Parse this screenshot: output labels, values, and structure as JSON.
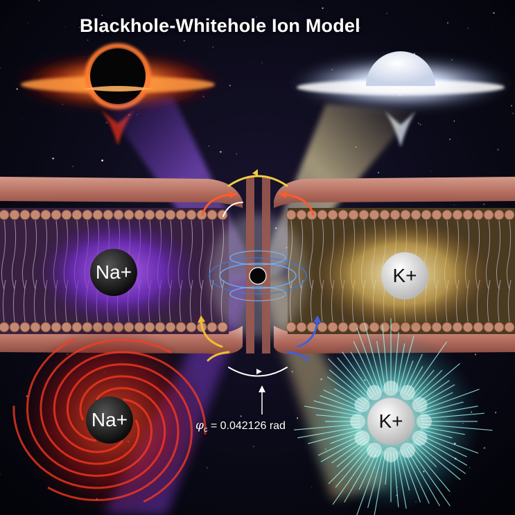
{
  "title": "Blackhole-Whitehole Ion Model",
  "ions": {
    "na_top": "Na+",
    "k_top": "K+",
    "na_bottom": "Na+",
    "k_bottom": "K+"
  },
  "annotation": {
    "symbol": "φ",
    "subscript": "c",
    "value_text": " = 0.042126 rad"
  },
  "colors": {
    "background": "#05060c",
    "black_hole_glow": "#ff6a1a",
    "white_hole_glow": "#ffffff",
    "sodium_purple": "#8a3cff",
    "potassium_gold": "#ffe08a",
    "membrane": "#b87a6a",
    "vortex_red": "#e8301c",
    "burst_cyan": "#6ff0e6"
  }
}
